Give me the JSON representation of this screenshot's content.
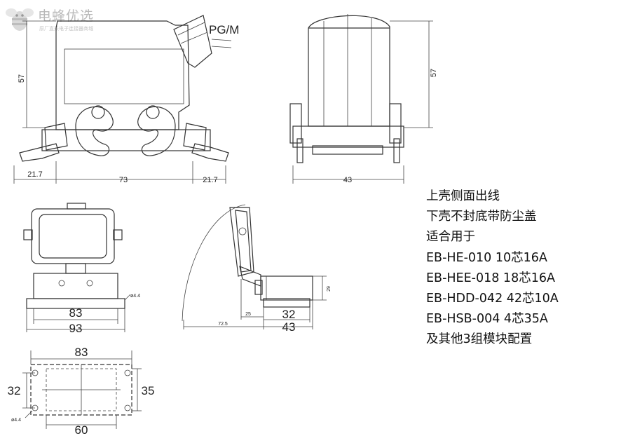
{
  "watermark": {
    "brand": "电蜂优选",
    "tagline": "原厂直采电子连接器商城"
  },
  "top_left_view": {
    "label_thread": "PG/M",
    "dim_height": "57",
    "dim_left": "21.7",
    "dim_center": "73",
    "dim_right": "21.7"
  },
  "top_right_view": {
    "dim_height": "57",
    "dim_width": "43"
  },
  "front_view": {
    "dim_hole": "ø4.4",
    "dim_inner": "83",
    "dim_outer": "93"
  },
  "side_view": {
    "dim_height": "29",
    "dim_swing": "72.5",
    "dim_offset": "25",
    "dim_inner": "32",
    "dim_outer": "43"
  },
  "cutout_view": {
    "dim_top": "83",
    "dim_left": "32",
    "dim_right": "35",
    "dim_bottom": "60",
    "dim_hole": "ø4.4"
  },
  "description": [
    "上壳侧面出线",
    "下壳不封底带防尘盖",
    "适合用于",
    "EB-HE-010 10芯16A",
    "EB-HEE-018 18芯16A",
    "EB-HDD-042 42芯10A",
    "EB-HSB-004 4芯35A",
    "及其他3组模块配置"
  ]
}
